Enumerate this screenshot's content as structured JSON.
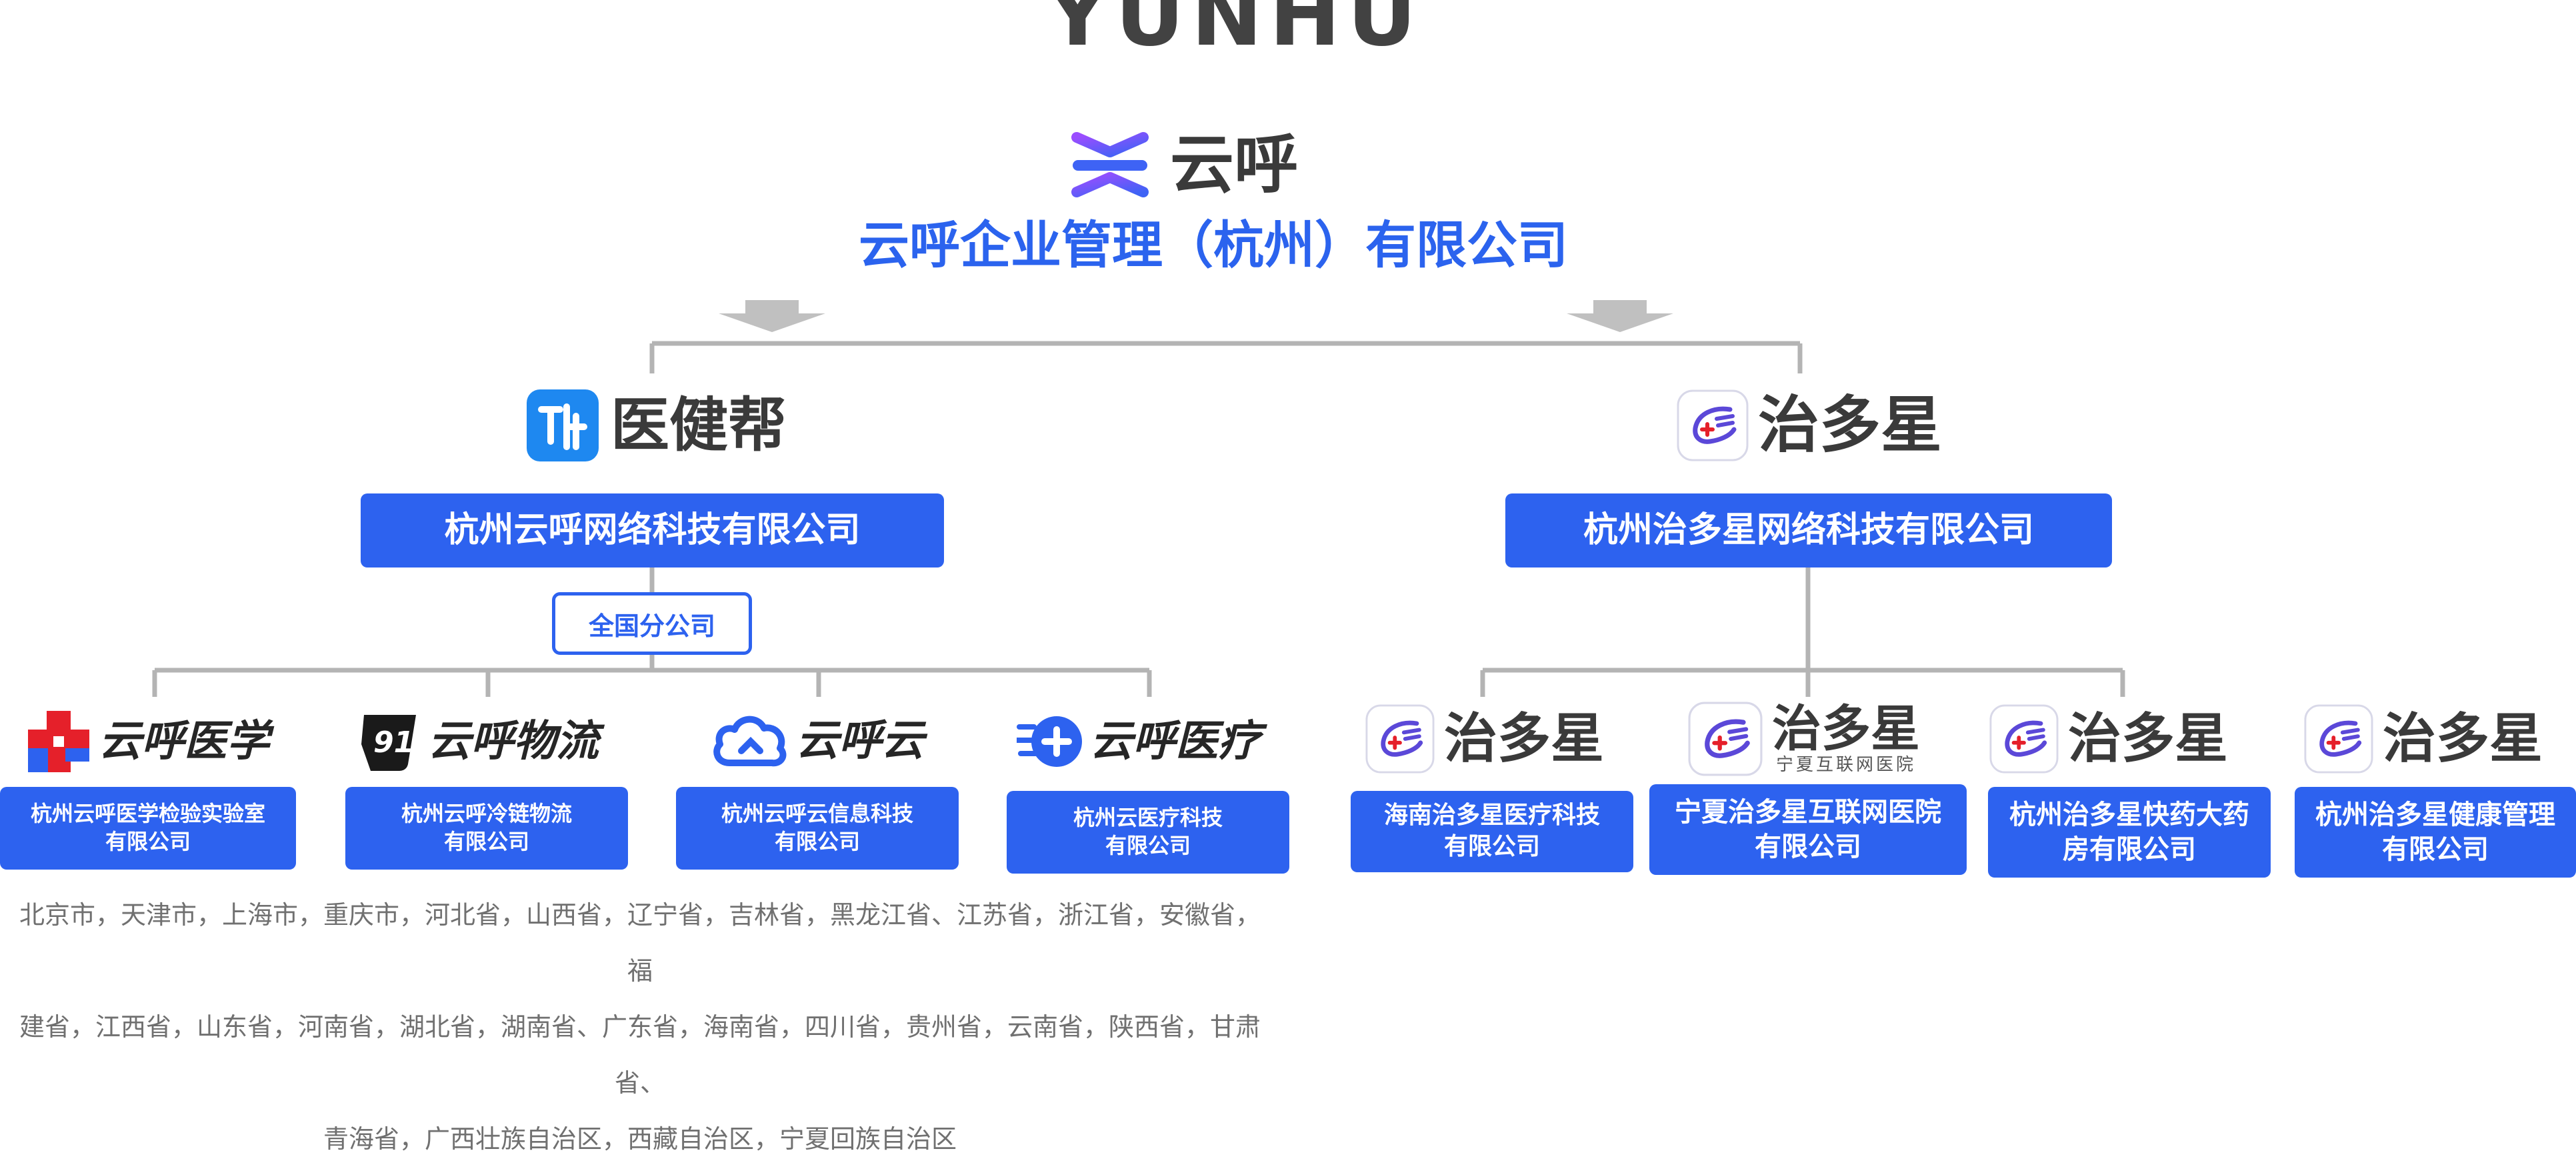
{
  "brand": {
    "wordmark": "YUNHU",
    "logo_text": "云呼"
  },
  "parent_company": "云呼企业管理（杭州）有限公司",
  "left_branch": {
    "logo_text": "医健帮",
    "company": "杭州云呼网络科技有限公司",
    "branch_label": "全国分公司",
    "subsidiaries": [
      {
        "logo_text": "云呼医学",
        "name_line1": "杭州云呼医学检验实验室",
        "name_line2": "有限公司"
      },
      {
        "logo_text": "云呼物流",
        "name_line1": "杭州云呼冷链物流",
        "name_line2": "有限公司"
      },
      {
        "logo_text": "云呼云",
        "name_line1": "杭州云呼云信息科技",
        "name_line2": "有限公司"
      },
      {
        "logo_text": "云呼医疗",
        "name_line1": "杭州云医疗科技",
        "name_line2": "有限公司"
      }
    ],
    "provinces": [
      "北京市，天津市，上海市，重庆市，河北省，山西省，辽宁省，吉林省，黑龙江省、江苏省，浙江省，安徽省，福",
      "建省，江西省，山东省，河南省，湖北省，湖南省、广东省，海南省，四川省，贵州省，云南省，陕西省，甘肃省、",
      "青海省，广西壮族自治区，西藏自治区，宁夏回族自治区"
    ]
  },
  "right_branch": {
    "logo_text": "治多星",
    "company": "杭州治多星网络科技有限公司",
    "subsidiaries": [
      {
        "logo_text": "治多星",
        "logo_sub": "",
        "name_line1": "海南治多星医疗科技",
        "name_line2": "有限公司"
      },
      {
        "logo_text": "治多星",
        "logo_sub": "宁夏互联网医院",
        "name_line1": "宁夏治多星互联网医院",
        "name_line2": "有限公司"
      },
      {
        "logo_text": "治多星",
        "logo_sub": "",
        "name_line1": "杭州治多星快药大药",
        "name_line2": "房有限公司"
      },
      {
        "logo_text": "治多星",
        "logo_sub": "",
        "name_line1": "杭州治多星健康管理",
        "name_line2": "有限公司"
      }
    ]
  },
  "colors": {
    "primary_blue": "#2d62ef",
    "connector_gray": "#b4b4b4",
    "province_text": "#707070"
  }
}
